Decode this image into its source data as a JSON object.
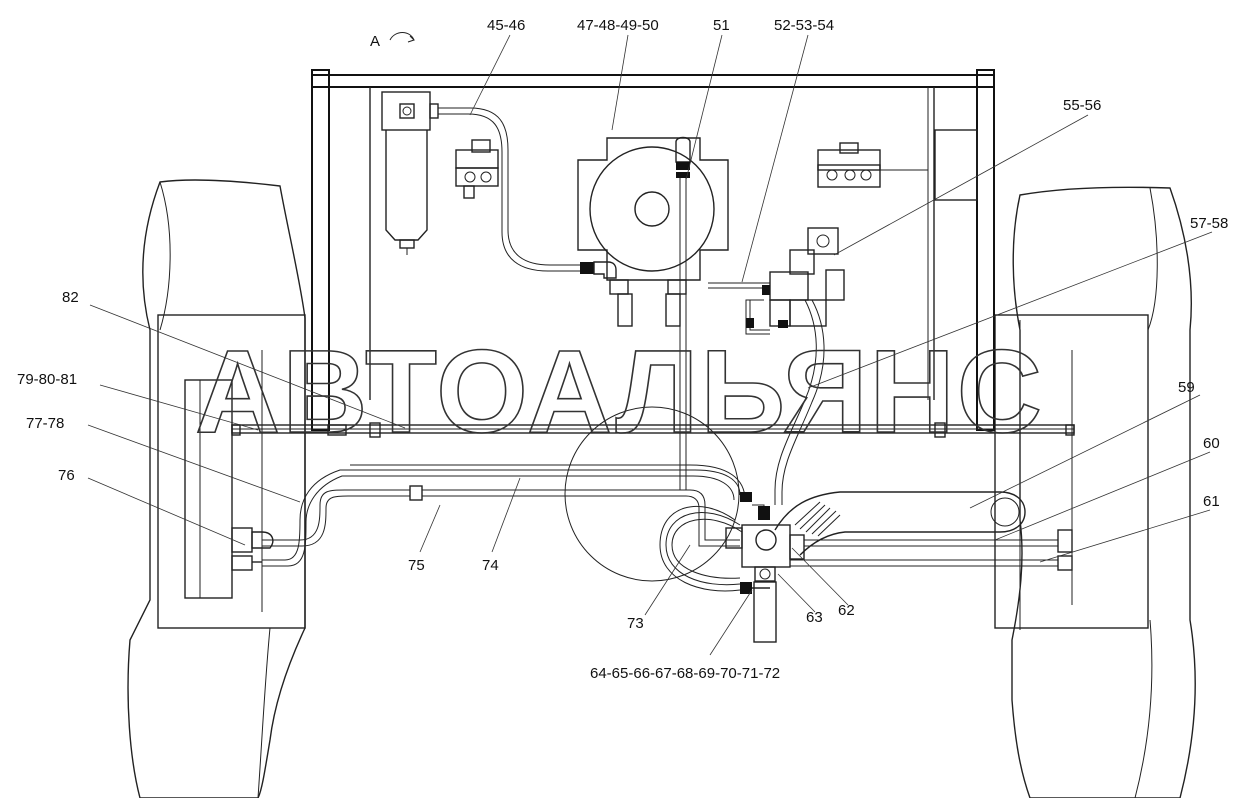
{
  "view": {
    "label": "A"
  },
  "watermark": "АВТОАЛЬЯНС",
  "callouts": [
    {
      "id": "c-45-46",
      "text": "45-46"
    },
    {
      "id": "c-47-50",
      "text": "47-48-49-50"
    },
    {
      "id": "c-51",
      "text": "51"
    },
    {
      "id": "c-52-54",
      "text": "52-53-54"
    },
    {
      "id": "c-55-56",
      "text": "55-56"
    },
    {
      "id": "c-57-58",
      "text": "57-58"
    },
    {
      "id": "c-59",
      "text": "59"
    },
    {
      "id": "c-60",
      "text": "60"
    },
    {
      "id": "c-61",
      "text": "61"
    },
    {
      "id": "c-62",
      "text": "62"
    },
    {
      "id": "c-63",
      "text": "63"
    },
    {
      "id": "c-64-72",
      "text": "64-65-66-67-68-69-70-71-72"
    },
    {
      "id": "c-73",
      "text": "73"
    },
    {
      "id": "c-74",
      "text": "74"
    },
    {
      "id": "c-75",
      "text": "75"
    },
    {
      "id": "c-76",
      "text": "76"
    },
    {
      "id": "c-77-78",
      "text": "77-78"
    },
    {
      "id": "c-79-81",
      "text": "79-80-81"
    },
    {
      "id": "c-82",
      "text": "82"
    }
  ]
}
